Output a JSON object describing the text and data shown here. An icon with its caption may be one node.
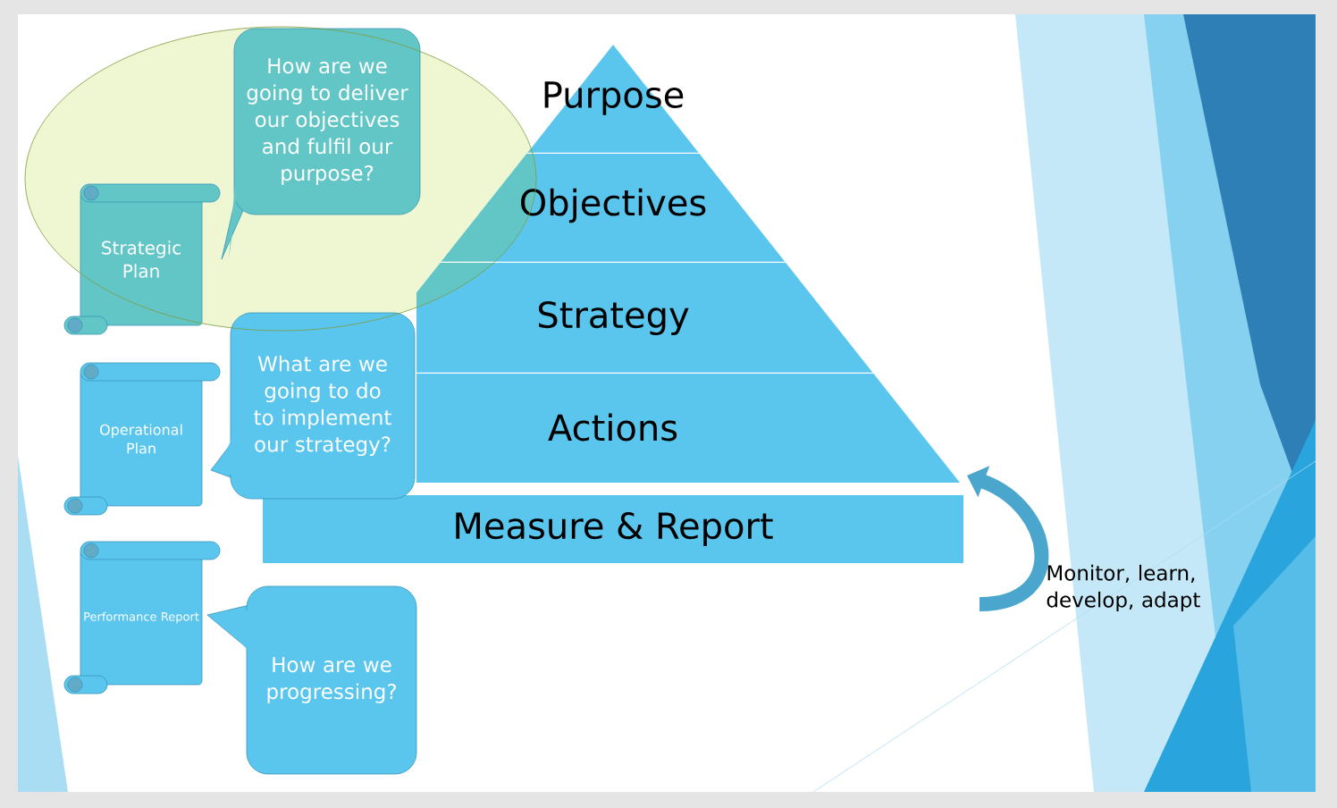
{
  "diagram": {
    "nodes": [
      {
        "text": [
          "Purpose"
        ]
      },
      {
        "text": [
          "Objectives"
        ]
      },
      {
        "text": [
          "Strategy"
        ]
      },
      {
        "text": [
          "Actions"
        ]
      },
      {
        "text": [
          "Measure & Report"
        ]
      },
      {
        "text": [
          "Strategic Plan"
        ]
      },
      {
        "text": [
          "How are we going to deliver our objectives and fulfil our purpose?"
        ]
      },
      {
        "text": [
          "Operational Plan"
        ]
      },
      {
        "text": [
          "What are we going to do to implement our strategy?"
        ]
      },
      {
        "text": [
          "Performance Report"
        ]
      },
      {
        "text": [
          "How are we progressing?"
        ]
      }
    ],
    "edges": [
      {
        "from": null,
        "to": 3,
        "arrow": "to",
        "label": "Monitor, learn, develop, adapt"
      }
    ]
  }
}
